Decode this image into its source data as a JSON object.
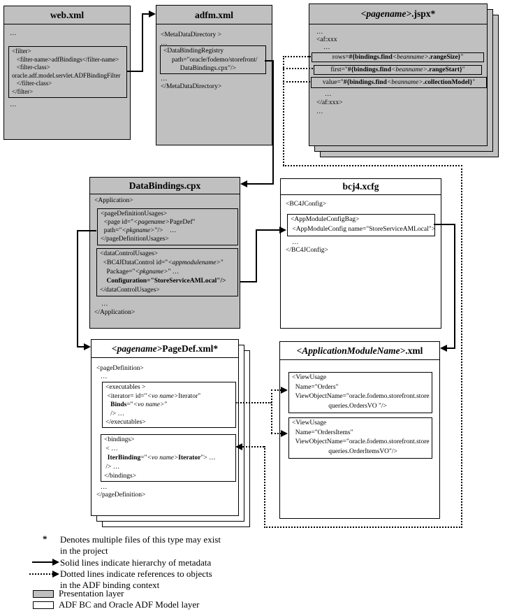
{
  "layers": {
    "presentation_color": "#c0c0c0",
    "model_color": "#ffffff",
    "line_color": "#000000"
  },
  "web_xml": {
    "title": "web.xml",
    "dots_top": "…",
    "filter_lines": [
      [
        {
          "t": "<filter>"
        }
      ],
      [
        {
          "t": "   <filter-name>adfBindings</filter-name>"
        }
      ],
      [
        {
          "t": "   <filter-class>"
        }
      ],
      [
        {
          "t": "oracle.adf.model.servlet.ADFBindingFilter"
        }
      ],
      [
        {
          "t": "   </filter-class>"
        }
      ],
      [
        {
          "t": "</filter>"
        }
      ]
    ],
    "dots_bottom": "…"
  },
  "adfm_xml": {
    "title": "adfm.xml",
    "line_open": "<MetaDataDirectory >",
    "dots1": "…",
    "registry_lines": [
      [
        {
          "t": "<DataBindingRegistry"
        }
      ],
      [
        {
          "t": "     path=\"oracle/fodemo/storefront/"
        }
      ],
      [
        {
          "t": "          DataBindings.cpx\"/>"
        }
      ]
    ],
    "dots2": "…",
    "line_close": "</MetaDataDirectory>"
  },
  "jspx": {
    "title": [
      {
        "t": "<pagename>",
        "b": true,
        "i": true
      },
      {
        "t": ".jspx*",
        "b": true
      }
    ],
    "dots1": "…",
    "af_open": "<af:xxx",
    "dots2": "…",
    "el_rows": [
      {
        "t": "rows="
      },
      {
        "t": "#{bindings.find",
        "b": true
      },
      {
        "t": "<beanname>",
        "i": true
      },
      {
        "t": ".rangeSize}",
        "b": true
      },
      {
        "t": "\""
      }
    ],
    "el_first": [
      {
        "t": "first=\""
      },
      {
        "t": "#{bindings.find",
        "b": true
      },
      {
        "t": "<beanname>",
        "i": true
      },
      {
        "t": ".rangeStart}",
        "b": true
      },
      {
        "t": "\""
      }
    ],
    "el_value": [
      {
        "t": "value=\""
      },
      {
        "t": "#{bindings.find",
        "b": true
      },
      {
        "t": "<beanname>",
        "i": true
      },
      {
        "t": ".collectionModel}",
        "b": true
      },
      {
        "t": "\""
      }
    ],
    "dots3": "…",
    "af_close": "</af:xxx>",
    "dots4": "…"
  },
  "databindings_cpx": {
    "title": "DataBindings.cpx",
    "app_open": "<Application>",
    "page_def_usages": [
      [
        {
          "t": "<pageDefinitionUsages>"
        }
      ],
      [
        {
          "t": "  <page id=\""
        },
        {
          "t": "<pagename>",
          "i": true
        },
        {
          "t": "PageDef\""
        }
      ],
      [
        {
          "t": "  path=\""
        },
        {
          "t": "<pkgname>",
          "i": true
        },
        {
          "t": "\"/>    …"
        }
      ],
      [
        {
          "t": "</pageDefinitionUsages>"
        }
      ]
    ],
    "data_control_usages": [
      [
        {
          "t": "<dataControlUsages>"
        }
      ],
      [
        {
          "t": "  <BC4JDataControl id=\""
        },
        {
          "t": "<appmodulename>",
          "i": true
        },
        {
          "t": "\""
        }
      ],
      [
        {
          "t": "    Package=\""
        },
        {
          "t": "<pkgname>",
          "i": true
        },
        {
          "t": "\" …"
        }
      ],
      [
        {
          "t": "    "
        },
        {
          "t": "Configuration=\"StoreServiceAMLocal\"/>",
          "b": true
        }
      ],
      [
        {
          "t": "</dataControlUsages>"
        }
      ]
    ],
    "dots": "…",
    "app_close": "</Application>"
  },
  "bc4j_xcfg": {
    "title": "bcj4.xcfg",
    "config_open": "<BC4JConfig>",
    "app_module_lines": [
      [
        {
          "t": "<AppModuleConfigBag>"
        }
      ],
      [
        {
          "t": " <AppModuleConfig name=\"StoreServiceAMLocal\">"
        }
      ]
    ],
    "dots": "…",
    "config_close": "</BC4JConfig>"
  },
  "pagedef_xml": {
    "title": [
      {
        "t": "<pagename>",
        "b": true,
        "i": true
      },
      {
        "t": "PageDef.xml*",
        "b": true
      }
    ],
    "def_open": "<pageDefinition>",
    "dots1": "…",
    "executables": [
      [
        {
          "t": "<executables >"
        }
      ],
      [
        {
          "t": " <iterator= id=\""
        },
        {
          "t": "<vo name>",
          "i": true
        },
        {
          "t": "Iterator\""
        }
      ],
      [
        {
          "t": "   "
        },
        {
          "t": "Binds",
          "b": true
        },
        {
          "t": "=\""
        },
        {
          "t": "<vo name>",
          "i": true
        },
        {
          "t": "\""
        }
      ],
      [
        {
          "t": "   /> …"
        }
      ],
      [
        {
          "t": "</executables>"
        }
      ]
    ],
    "bindings": [
      [
        {
          "t": "<bindings>"
        }
      ],
      [
        {
          "t": " < …"
        }
      ],
      [
        {
          "t": "  "
        },
        {
          "t": "IterBinding",
          "b": true
        },
        {
          "t": "=\""
        },
        {
          "t": "<vo name>",
          "i": true
        },
        {
          "t": "Iterator",
          "b": true
        },
        {
          "t": "\"> …"
        }
      ],
      [
        {
          "t": " /> …"
        }
      ],
      [
        {
          "t": "</bindings>"
        }
      ]
    ],
    "dots2": "…",
    "def_close": "</pageDefinition>"
  },
  "appmodule_xml": {
    "title": [
      {
        "t": "<ApplicationModuleName>",
        "i": true
      },
      {
        "t": ".xml",
        "b": true
      }
    ],
    "view_usage_orders": [
      [
        {
          "t": "<ViewUsage"
        }
      ],
      [
        {
          "t": "  Name=\"Orders\""
        }
      ],
      [
        {
          "t": "  ViewObjectName=\"oracle.fodemo.storefront.store"
        }
      ],
      [
        {
          "t": "                      queries.OrdersVO \"/>"
        }
      ]
    ],
    "view_usage_orderitems": [
      [
        {
          "t": "<ViewUsage"
        }
      ],
      [
        {
          "t": "  Name=\"OrdersItems\""
        }
      ],
      [
        {
          "t": "  ViewObjectName=\"oracle.fodemo.storefront.store"
        }
      ],
      [
        {
          "t": "                      queries.OrderItemsVO\"/>"
        }
      ]
    ]
  },
  "legend": {
    "star": "*",
    "star_line1": "Denotes multiple files of this type may exist",
    "star_line2": "in the project",
    "solid_line": "Solid lines indicate hierarchy of metadata",
    "dotted_line1": "Dotted lines indicate references to objects",
    "dotted_line2": "in the ADF binding context",
    "presentation": "Presentation layer",
    "model": "ADF BC and Oracle ADF Model layer"
  }
}
